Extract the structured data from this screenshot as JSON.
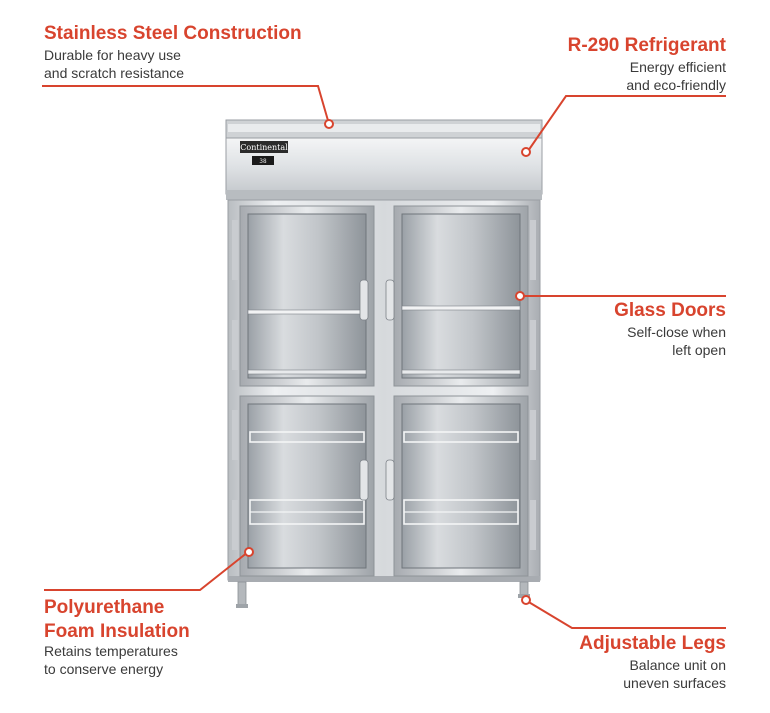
{
  "callouts": {
    "stainless": {
      "title": "Stainless Steel Construction",
      "desc_line1": "Durable for heavy use",
      "desc_line2": "and scratch resistance"
    },
    "refrigerant": {
      "title": "R-290 Refrigerant",
      "desc_line1": "Energy efficient",
      "desc_line2": "and eco-friendly"
    },
    "glass_doors": {
      "title": "Glass Doors",
      "desc_line1": "Self-close when",
      "desc_line2": "left open"
    },
    "insulation": {
      "title_line1": "Polyurethane",
      "title_line2": "Foam Insulation",
      "desc_line1": "Retains temperatures",
      "desc_line2": "to conserve energy"
    },
    "legs": {
      "title": "Adjustable Legs",
      "desc_line1": "Balance unit on",
      "desc_line2": "uneven surfaces"
    }
  },
  "product": {
    "brand_logo": "Continental",
    "display_readout": "38"
  },
  "colors": {
    "accent": "#d8442e",
    "text": "#3a3a3a",
    "steel_light": "#e6e8ea",
    "steel_dark": "#8d9196"
  }
}
